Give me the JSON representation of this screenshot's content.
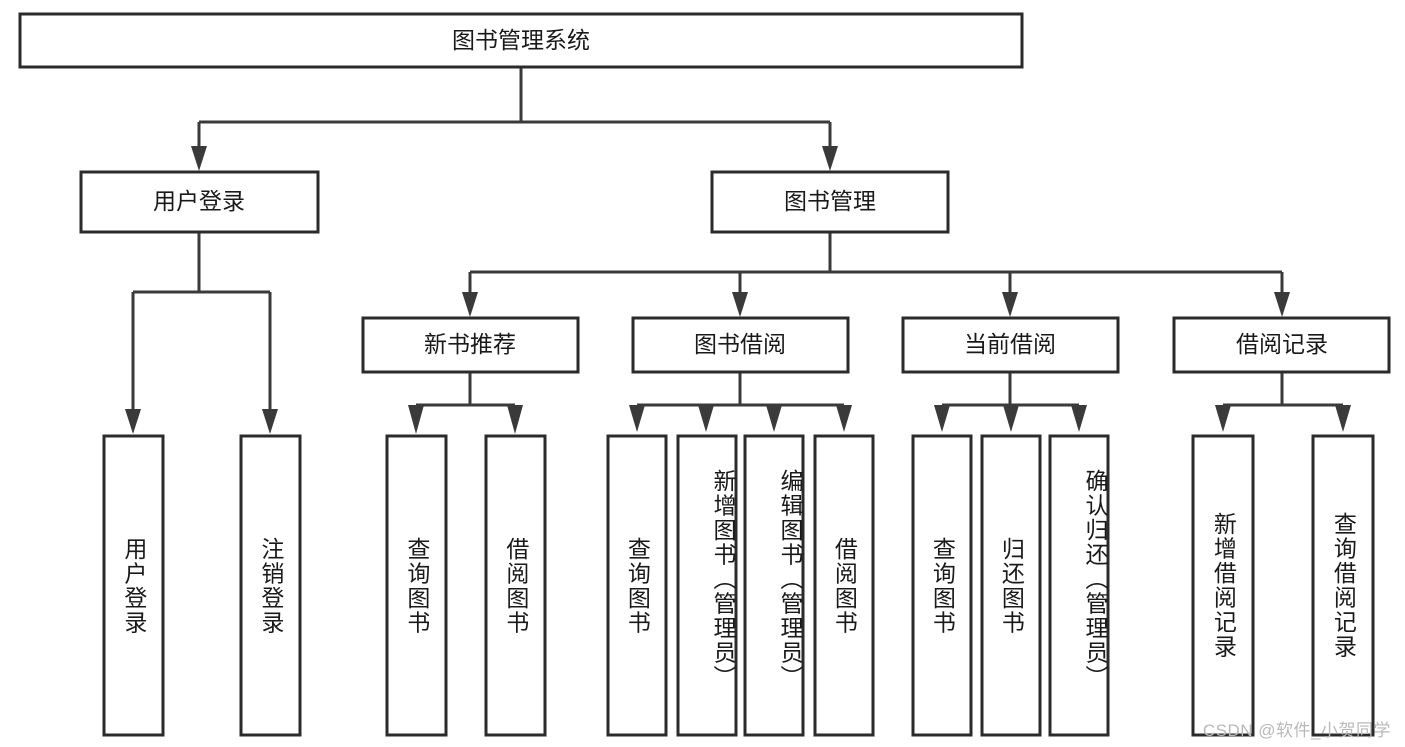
{
  "diagram": {
    "title": "图书管理系统",
    "type": "tree-hierarchy-chart",
    "root": {
      "label": "图书管理系统"
    },
    "level2": [
      {
        "label": "用户登录"
      },
      {
        "label": "图书管理"
      }
    ],
    "level3": [
      {
        "label": "新书推荐"
      },
      {
        "label": "图书借阅"
      },
      {
        "label": "当前借阅"
      },
      {
        "label": "借阅记录"
      }
    ],
    "leaves": {
      "user_login": [
        {
          "label": "用户登录"
        },
        {
          "label": "注销登录"
        }
      ],
      "new_book_recommend": [
        {
          "label": "查询图书"
        },
        {
          "label": "借阅图书"
        }
      ],
      "book_borrow": [
        {
          "label": "查询图书"
        },
        {
          "label": "新增图书（管理员）"
        },
        {
          "label": "编辑图书（管理员）"
        },
        {
          "label": "借阅图书"
        }
      ],
      "current_borrow": [
        {
          "label": "查询图书"
        },
        {
          "label": "归还图书"
        },
        {
          "label": "确认归还（管理员）"
        }
      ],
      "borrow_record": [
        {
          "label": "新增借阅记录"
        },
        {
          "label": "查询借阅记录"
        }
      ]
    },
    "colors": {
      "box_fill": "#ffffff",
      "box_stroke": "#2b2b2b",
      "connector": "#3a3a3a",
      "text": "#1a1a1a",
      "watermark": "#b9b9b9",
      "background": "#ffffff"
    }
  },
  "watermark": {
    "text": "CSDN @软件_小贺同学"
  }
}
